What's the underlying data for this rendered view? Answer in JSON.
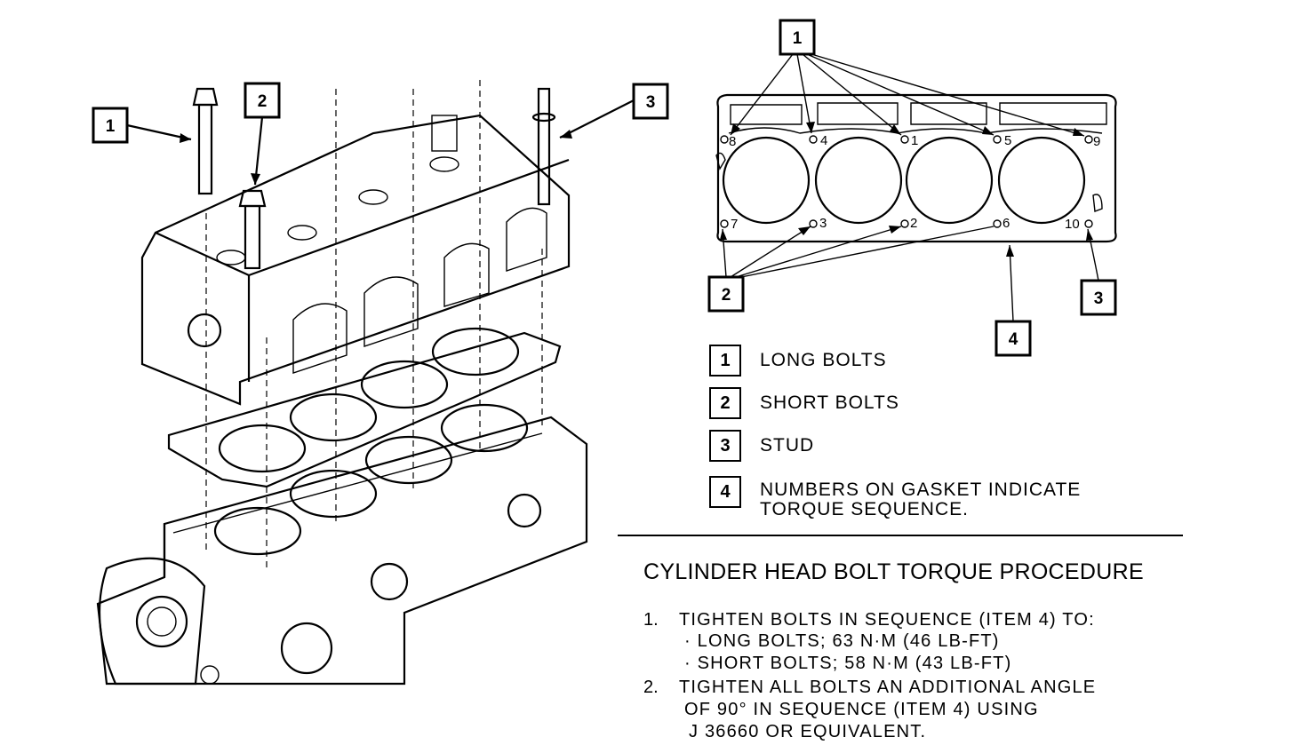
{
  "callouts": {
    "long": "1",
    "short": "2",
    "stud": "3",
    "seq": "4"
  },
  "sequence": {
    "s1": "1",
    "s2": "2",
    "s3": "3",
    "s4": "4",
    "s5": "5",
    "s6": "6",
    "s7": "7",
    "s8": "8",
    "s9": "9",
    "s10": "10"
  },
  "legend": [
    {
      "num": "1",
      "text": "LONG BOLTS"
    },
    {
      "num": "2",
      "text": "SHORT BOLTS"
    },
    {
      "num": "3",
      "text": "STUD"
    },
    {
      "num": "4",
      "text": "NUMBERS ON GASKET INDICATE\nTORQUE SEQUENCE."
    }
  ],
  "procedure": {
    "title": "CYLINDER HEAD BOLT TORQUE PROCEDURE",
    "step1_num": "1.",
    "step1": "TIGHTEN BOLTS IN SEQUENCE (ITEM 4) TO:",
    "step1_a": "· LONG BOLTS; 63 N·M (46 LB-FT)",
    "step1_b": "· SHORT BOLTS; 58 N·M (43 LB-FT)",
    "step2_num": "2.",
    "step2_l1": "TIGHTEN ALL BOLTS AN ADDITIONAL ANGLE",
    "step2_l2": "OF 90° IN SEQUENCE (ITEM 4) USING",
    "step2_l3": "J 36660 OR EQUIVALENT."
  }
}
